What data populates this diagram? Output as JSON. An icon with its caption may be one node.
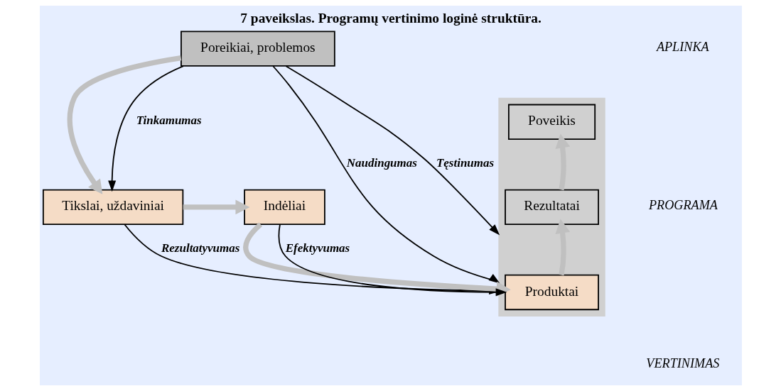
{
  "diagram": {
    "title": "7 paveikslas. Programų vertinimo loginė struktūra.",
    "nodes": [
      {
        "text": [
          "Poreikiai, problemos"
        ]
      },
      {
        "text": [
          "Tikslai, uždaviniai"
        ]
      },
      {
        "text": [
          "Indėliai"
        ]
      },
      {
        "text": [],
        "shape": "parallelogram"
      },
      {
        "text": [
          "Produktai"
        ],
        "in": 3
      },
      {
        "text": [
          "Rezultatai"
        ],
        "in": 3
      },
      {
        "text": [
          "Poveikis"
        ],
        "in": 3
      }
    ],
    "edges": [
      {
        "from": 0,
        "to": 1,
        "arrow": "to",
        "style": "thick",
        "color": "#c0c0c0"
      },
      {
        "from": 1,
        "to": 2,
        "arrow": "to",
        "style": "thick",
        "color": "#c0c0c0"
      },
      {
        "from": 2,
        "to": 4,
        "arrow": "to",
        "style": "thick",
        "color": "#c0c0c0"
      },
      {
        "from": 4,
        "to": 5,
        "arrow": "to",
        "style": "thick",
        "color": "#c0c0c0"
      },
      {
        "from": 5,
        "to": 6,
        "arrow": "to",
        "style": "thick",
        "color": "#c0c0c0"
      },
      {
        "from": 0,
        "to": 1,
        "arrow": "to",
        "label": "Tinkamumas",
        "color": "#000000"
      },
      {
        "from": 2,
        "to": 4,
        "arrow": "to",
        "label": "Efektyvumas",
        "color": "#000000"
      },
      {
        "from": 1,
        "to": 3,
        "arrow": "to",
        "label": "Rezultatyvumas",
        "color": "#000000"
      },
      {
        "from": 0,
        "to": 3,
        "arrow": "to",
        "label": "Naudingumas",
        "color": "#000000"
      },
      {
        "from": 0,
        "to": 3,
        "arrow": "to",
        "label": "Tęstinumas",
        "color": "#000000"
      }
    ],
    "labels": [
      "APLINKA",
      "PROGRAMA",
      "VERTINIMAS"
    ]
  }
}
